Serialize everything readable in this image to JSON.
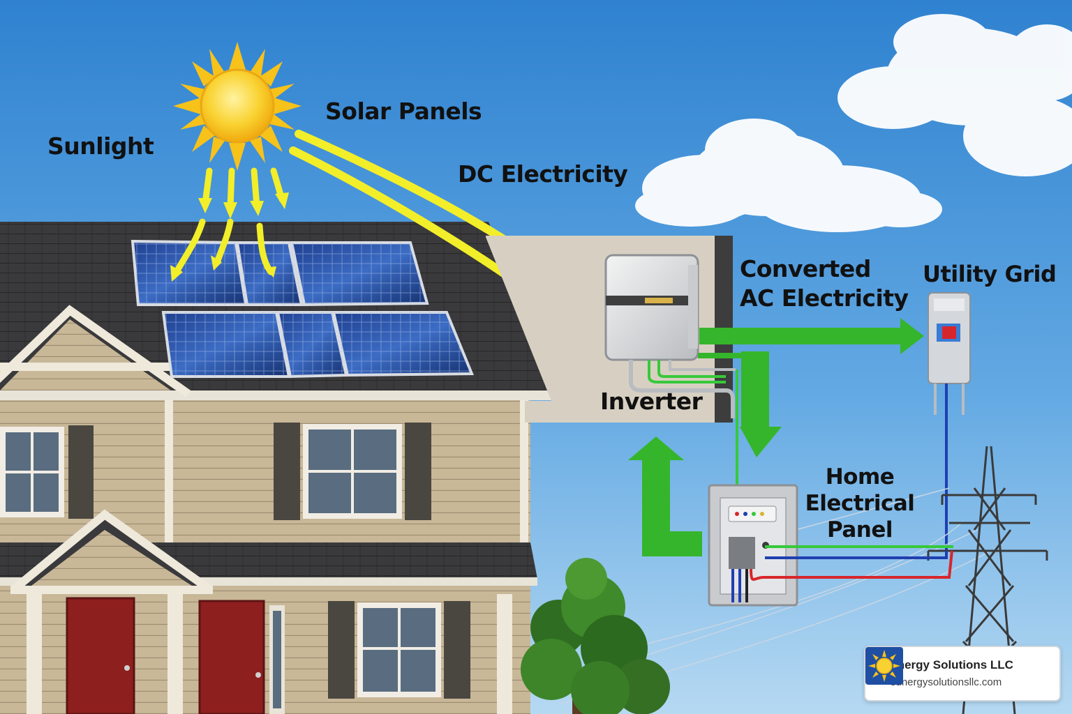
{
  "labels": {
    "sunlight": "Sunlight",
    "solar_panels": "Solar Panels",
    "dc_electricity": "DC Electricity",
    "converted_line1": "Converted",
    "converted_line2": "AC Electricity",
    "utility_grid": "Utility Grid",
    "inverter": "Inverter",
    "home_panel_line1": "Home",
    "home_panel_line2": "Electrical",
    "home_panel_line3": "Panel"
  },
  "brand": {
    "name": "Sunergy Solutions LLC",
    "url": "sunergysolutionsllc.com"
  },
  "colors": {
    "sky_top": "#3f8fd6",
    "sky_bottom": "#a9d1f0",
    "sun": "#f7c21a",
    "dc_arrow": "#f2ee2a",
    "ac_arrow": "#35b52b",
    "roof": "#3b3b3d",
    "siding": "#c9b99a",
    "door": "#8e1f1f",
    "wire_red": "#d7262b",
    "wire_blue": "#1f3fb0",
    "wire_green": "#37c93a",
    "logo_bg": "#1f4fa3"
  }
}
